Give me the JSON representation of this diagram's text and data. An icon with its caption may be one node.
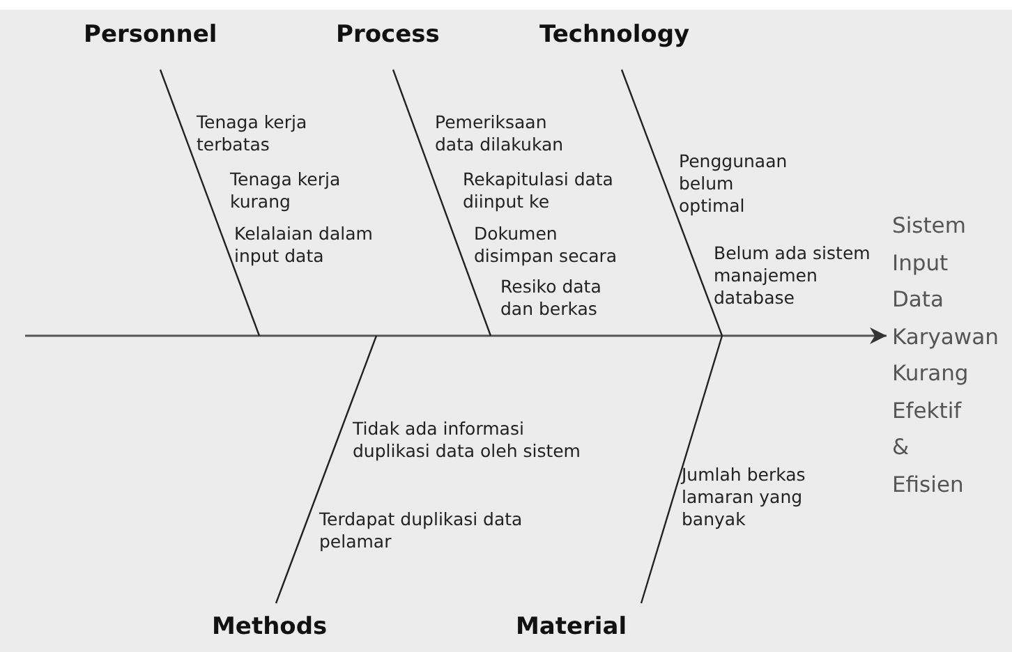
{
  "diagram": {
    "nodes": [
      {
        "text": [
          "Personnel"
        ]
      },
      {
        "text": [
          "Process"
        ]
      },
      {
        "text": [
          "Technology"
        ]
      },
      {
        "text": [
          "Methods"
        ]
      },
      {
        "text": [
          "Material"
        ]
      },
      {
        "text": [
          "Sistem Input Data Karyawan Kurang Efektif & Efisien"
        ]
      }
    ],
    "edges": [
      {
        "from": null,
        "to": 5,
        "arrow": "to"
      },
      {
        "from": 0,
        "to": null,
        "arrow": "none"
      },
      {
        "from": 1,
        "to": null,
        "arrow": "none"
      },
      {
        "from": 2,
        "to": null,
        "arrow": "none"
      },
      {
        "from": 3,
        "to": null,
        "arrow": "none"
      },
      {
        "from": 4,
        "to": null,
        "arrow": "none"
      }
    ],
    "labels": [
      "Tenaga kerja terbatas",
      "Tenaga kerja kurang",
      "Kelalaian dalam input data",
      "Pemeriksaan data dilakukan",
      "Rekapitulasi data diinput ke",
      "Dokumen disimpan secara",
      "Resiko data dan berkas",
      "Penggunaan belum optimal",
      "Belum ada sistem manajemen database",
      "Tidak ada informasi duplikasi data oleh sistem",
      "Terdapat duplikasi data pelamar",
      "Jumlah berkas lamaran yang banyak"
    ]
  }
}
